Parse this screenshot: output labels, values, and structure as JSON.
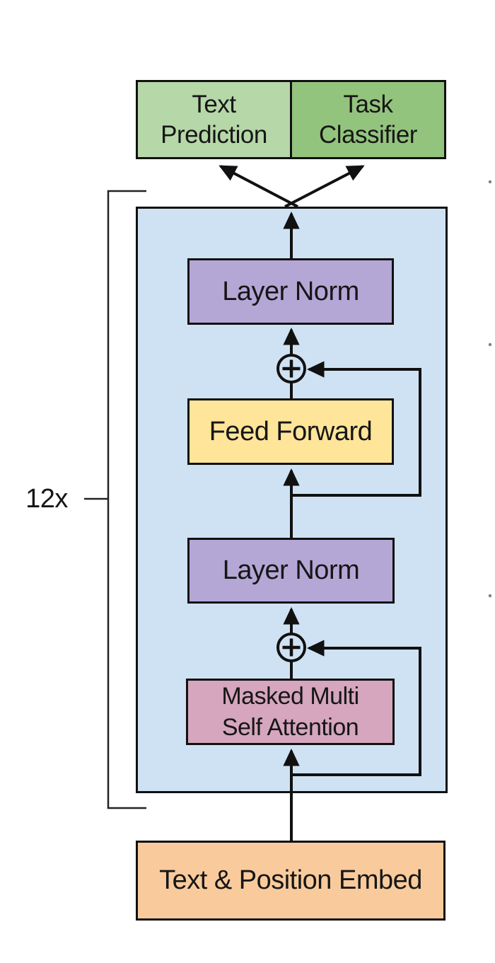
{
  "palette": {
    "background": "#ffffff",
    "stroke": "#111111",
    "text_prediction_fill": "#b6d7a8",
    "task_classifier_fill": "#93c47d",
    "transformer_block_fill": "#cfe2f3",
    "layer_norm_fill": "#b4a7d6",
    "feed_forward_fill": "#ffe599",
    "masked_attention_fill": "#d5a6bd",
    "embed_fill": "#f9cb9c"
  },
  "nodes": {
    "text_prediction": {
      "line1": "Text",
      "line2": "Prediction"
    },
    "task_classifier": {
      "line1": "Task",
      "line2": "Classifier"
    },
    "layer_norm_top": {
      "label": "Layer Norm"
    },
    "feed_forward": {
      "label": "Feed Forward"
    },
    "layer_norm_bottom": {
      "label": "Layer Norm"
    },
    "masked_attention": {
      "line1": "Masked Multi",
      "line2": "Self Attention"
    },
    "embed": {
      "label": "Text & Position Embed"
    }
  },
  "annotations": {
    "repeat_count": "12x"
  },
  "icons": {
    "residual_add_top": "plus-circle-icon",
    "residual_add_bottom": "plus-circle-icon"
  }
}
